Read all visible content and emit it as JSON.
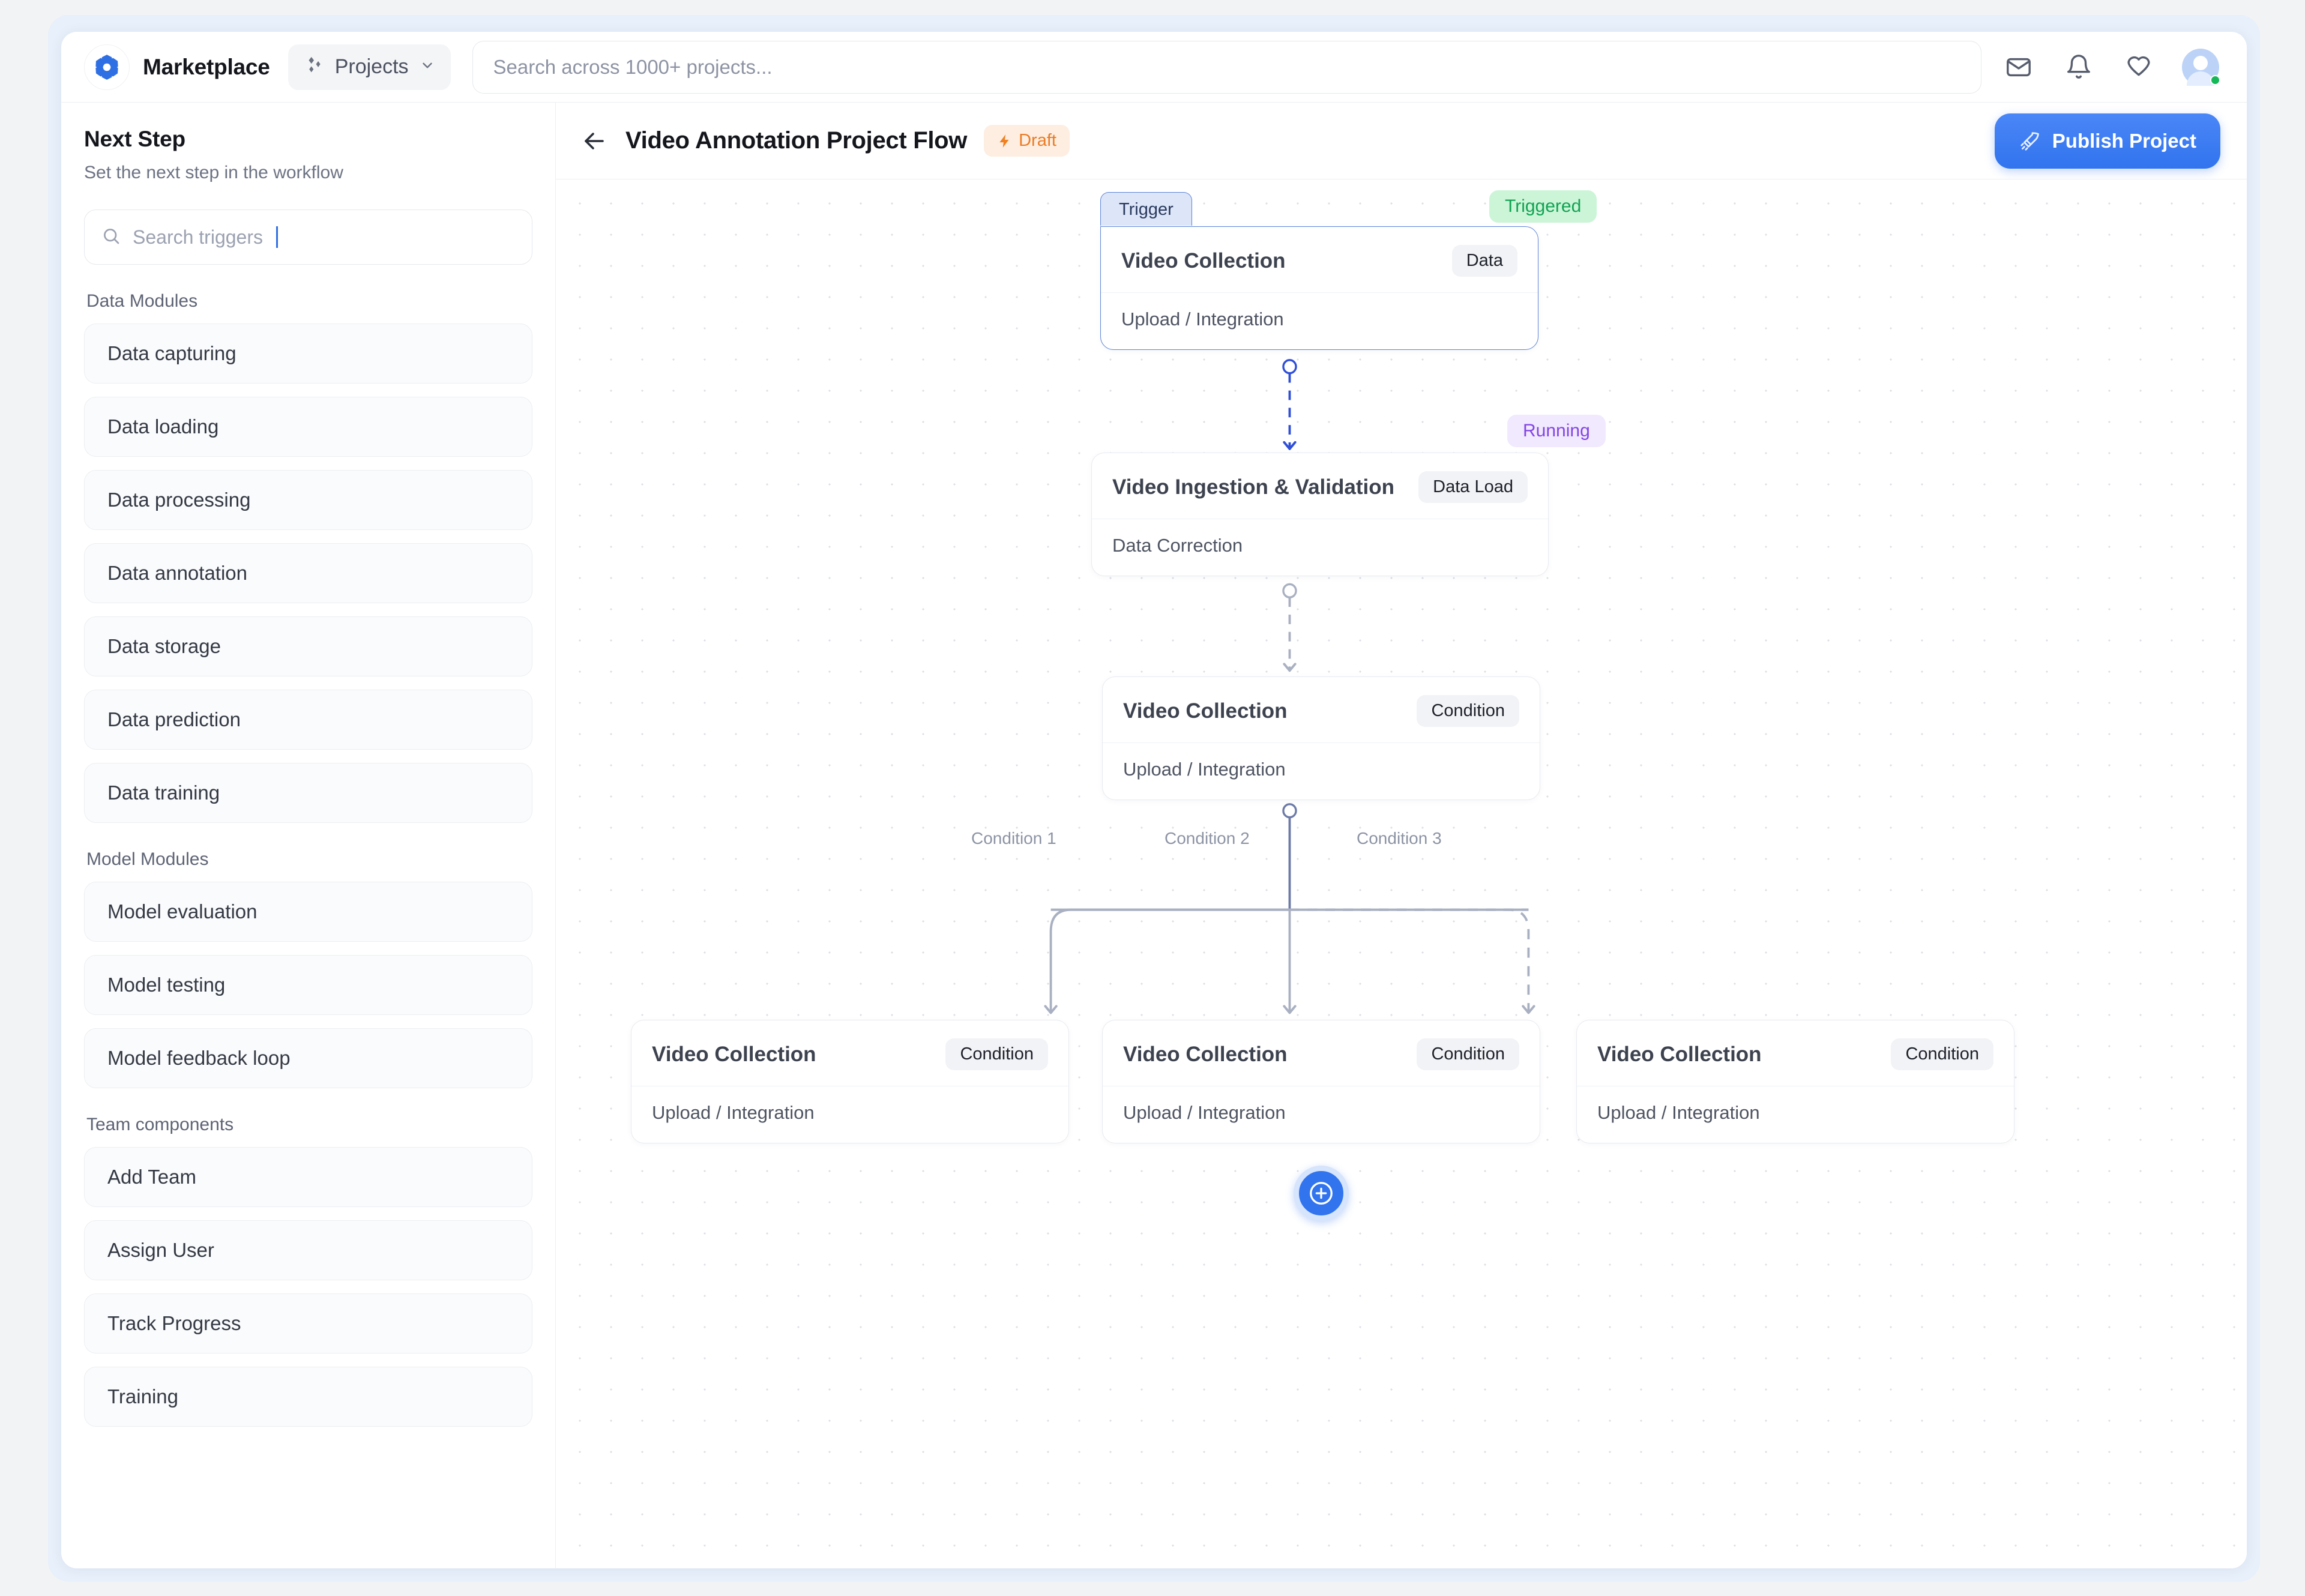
{
  "topbar": {
    "brand": "Marketplace",
    "projects_label": "Projects",
    "logo_icon": "pinwheel-logo-icon",
    "chevron_icon": "chevron-down-icon",
    "search": {
      "placeholder": "Search across 1000+ projects...",
      "value": ""
    },
    "icons": [
      "mail-icon",
      "bell-icon",
      "heart-icon",
      "avatar"
    ],
    "avatar_status": "online"
  },
  "sidebar": {
    "title": "Next Step",
    "subtitle": "Set the next step in the workflow",
    "trigger_search": {
      "placeholder": "Search triggers",
      "value": "",
      "icon": "search-icon"
    },
    "groups": [
      {
        "label": "Data Modules",
        "items": [
          "Data capturing",
          "Data loading",
          "Data processing",
          "Data annotation",
          "Data storage",
          "Data prediction",
          "Data training"
        ]
      },
      {
        "label": "Model Modules",
        "items": [
          "Model evaluation",
          "Model testing",
          "Model feedback loop"
        ]
      },
      {
        "label": "Team components",
        "items": [
          "Add Team",
          "Assign User",
          "Track Progress",
          "Training"
        ]
      }
    ]
  },
  "flow_header": {
    "back_icon": "arrow-left-icon",
    "title": "Video Annotation Project Flow",
    "draft_badge": {
      "label": "Draft",
      "icon": "lightning-bolt-icon",
      "color": "#ec7b25"
    },
    "publish_button": {
      "label": "Publish Project",
      "icon": "rocket-icon",
      "color": "#3174ee"
    }
  },
  "canvas": {
    "nodes": [
      {
        "id": "trigger-node",
        "tab": "Trigger",
        "title": "Video Collection",
        "tag": "Data",
        "body": "Upload / Integration",
        "status": "Triggered"
      },
      {
        "id": "ingestion-node",
        "title": "Video Ingestion & Validation",
        "tag": "Data Load",
        "body": "Data Correction",
        "status": "Running"
      },
      {
        "id": "condition-root-node",
        "title": "Video Collection",
        "tag": "Condition",
        "body": "Upload / Integration"
      },
      {
        "id": "branch-node-1",
        "title": "Video Collection",
        "tag": "Condition",
        "body": "Upload / Integration"
      },
      {
        "id": "branch-node-2",
        "title": "Video Collection",
        "tag": "Condition",
        "body": "Upload / Integration"
      },
      {
        "id": "branch-node-3",
        "title": "Video Collection",
        "tag": "Condition",
        "body": "Upload / Integration"
      }
    ],
    "condition_labels": [
      "Condition 1",
      "Condition 2",
      "Condition 3"
    ],
    "add_button_icon": "plus-circle-icon"
  }
}
